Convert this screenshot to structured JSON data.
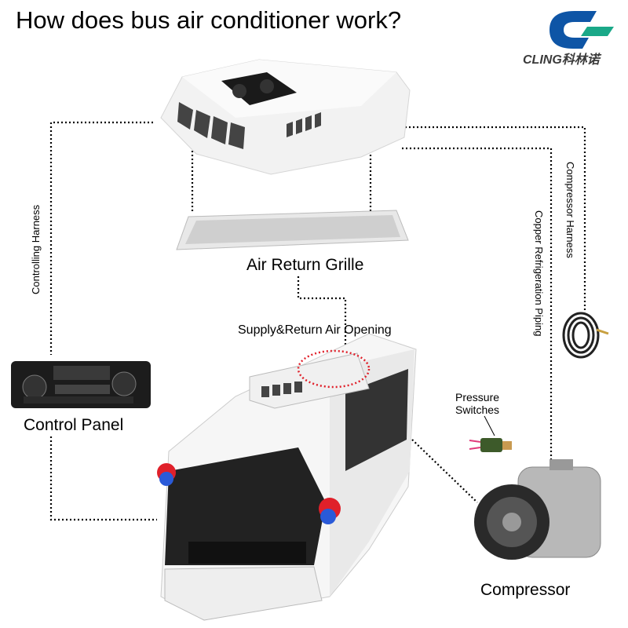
{
  "title": "How does bus air conditioner work?",
  "logo": {
    "text": "CLING科林诺",
    "colors": {
      "primary": "#0e55a6",
      "secondary": "#1aa888"
    }
  },
  "labels": {
    "air_return_grille": "Air Return Grille",
    "supply_return_opening": "Supply&Return Air Opening",
    "control_panel": "Control Panel",
    "controlling_harness": "Controlling Harness",
    "compressor_harness": "Compressor Harness",
    "copper_piping": "Copper Refrigeration Piping",
    "pressure_switches_line1": "Pressure",
    "pressure_switches_line2": "Switches",
    "compressor": "Compressor"
  },
  "colors": {
    "connector_line": "#000000",
    "highlight": "#e0202a"
  }
}
